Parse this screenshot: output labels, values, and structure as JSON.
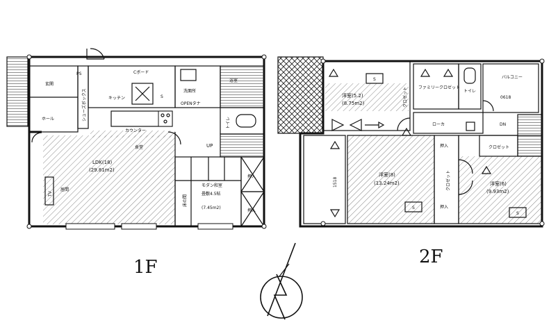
{
  "floor1": {
    "label": "1F",
    "rooms": {
      "ldk": "LDK(18)",
      "ldk_area": "(29.81m2)",
      "kitchen": "キッチン",
      "counter": "カウンター",
      "dining": "食堂",
      "living": "居間",
      "hall": "ホール",
      "entrance": "玄関",
      "shoe_closet": "シューズボックス",
      "washroom": "洗面所",
      "open_shelf": "OPENタナ",
      "bath": "浴室",
      "toilet": "トイレ",
      "japanese": "モダン和室",
      "japanese_area": "(7.45m2)",
      "japanese_tatami": "畳敷4.5帖",
      "storage_1": "押入",
      "storage_2": "押入",
      "up": "UP",
      "ps": "PS",
      "stair_storage": "S",
      "cboard": "Cボード",
      "tv": "TV",
      "tokonoma": "床の間"
    }
  },
  "floor2": {
    "label": "2F",
    "rooms": {
      "room_a": "洋室(5.2)",
      "room_a_area": "(8.75m2)",
      "room_b": "洋室(8)",
      "room_b_area": "(13.24m2)",
      "room_c": "洋室(6)",
      "room_c_area": "(9.93m2)",
      "family_closet": "ファミリークロゼット",
      "toilet": "トイレ",
      "balcony": "バルコニー",
      "balcony_size_1": "0618",
      "balcony_size_2": "1518",
      "hallway": "ローカ",
      "dn": "DN",
      "closet": "クロゼット",
      "closet_2": "クロゼット",
      "closet_3": "クロゼット",
      "storage_1": "押入",
      "storage_2": "押入",
      "s1": "S",
      "s2": "S",
      "s3": "S"
    }
  }
}
